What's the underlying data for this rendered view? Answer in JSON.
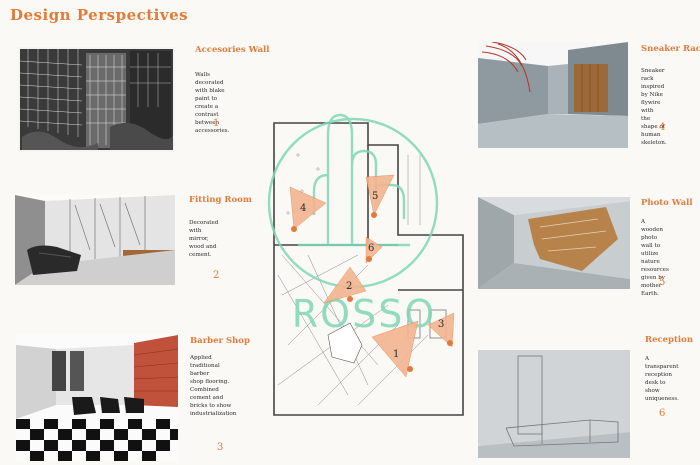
{
  "header": {
    "title": "Design Perspectives"
  },
  "logo": {
    "text": "ROSSO"
  },
  "colors": {
    "accent": "#e07b39",
    "logo": "#7fd8b6",
    "marker": "#f3b58f",
    "wood": "#b8834b",
    "brick": "#c0513a"
  },
  "sections": [
    {
      "id": "1",
      "title": "Accesories Wall",
      "desc": [
        "Walls decorated with blake",
        "paint to create a contrast",
        "between accessories."
      ],
      "number": "1"
    },
    {
      "id": "2",
      "title": "Fitting Room",
      "desc": [
        "Decorated with mirror,",
        "wood and cement."
      ],
      "number": "2"
    },
    {
      "id": "3",
      "title": "Barber Shop",
      "desc": [
        "Applied traditional barber",
        "shop flooring. Combined",
        "cement and bricks to show",
        "industrialization"
      ],
      "number": "3"
    },
    {
      "id": "4",
      "title": "Sneaker Rack",
      "desc": [
        "Sneaker rack inspired",
        "by Nike flywire with",
        "the shape of human",
        "skeleton."
      ],
      "number": "4"
    },
    {
      "id": "5",
      "title": "Photo Wall",
      "desc": [
        "A wooden photo",
        "wall to utilize",
        "nature resources",
        "given by mother",
        "Earth."
      ],
      "number": "5"
    },
    {
      "id": "6",
      "title": "Reception",
      "desc": [
        "A transparent",
        "reception desk to",
        "show uniqueness."
      ],
      "number": "6"
    }
  ],
  "plan_markers": [
    "1",
    "2",
    "3",
    "4",
    "5",
    "6"
  ]
}
